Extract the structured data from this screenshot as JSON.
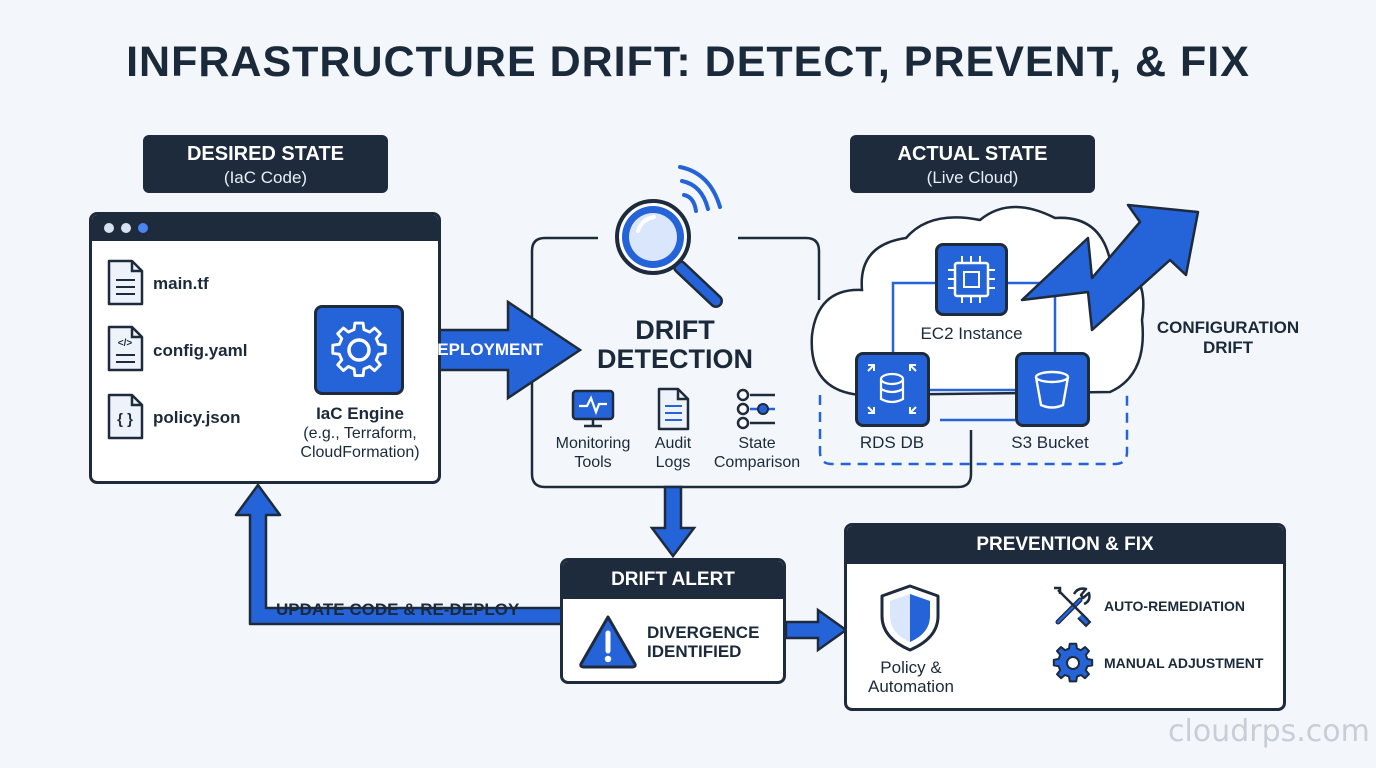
{
  "title": "INFRASTRUCTURE DRIFT: DETECT, PREVENT, & FIX",
  "desired_state": {
    "heading": "DESIRED STATE",
    "sub": "(IaC Code)"
  },
  "actual_state": {
    "heading": "ACTUAL STATE",
    "sub": "(Live Cloud)"
  },
  "files": [
    {
      "name": "main.tf",
      "icon": "document-icon"
    },
    {
      "name": "config.yaml",
      "icon": "code-file-icon"
    },
    {
      "name": "policy.json",
      "icon": "json-file-icon"
    }
  ],
  "iac_engine": {
    "line1": "IaC Engine",
    "line2": "(e.g., Terraform,",
    "line3": "CloudFormation)"
  },
  "deployment_label": "DEPLOYMENT",
  "drift_detection": {
    "line1": "DRIFT",
    "line2": "DETECTION",
    "tools": [
      {
        "line1": "Monitoring",
        "line2": "Tools",
        "icon": "monitor-icon"
      },
      {
        "line1": "Audit",
        "line2": "Logs",
        "icon": "log-icon"
      },
      {
        "line1": "State",
        "line2": "Comparison",
        "icon": "sliders-icon"
      }
    ]
  },
  "cloud": {
    "ec2": "EC2 Instance",
    "rds": "RDS DB",
    "s3": "S3 Bucket"
  },
  "configuration_drift": {
    "line1": "CONFIGURATION",
    "line2": "DRIFT"
  },
  "drift_alert": {
    "heading": "DRIFT ALERT",
    "line1": "DIVERGENCE",
    "line2": "IDENTIFIED"
  },
  "update_label": "UPDATE CODE & RE-DEPLOY",
  "prevention": {
    "heading": "PREVENTION & FIX",
    "policy_line1": "Policy &",
    "policy_line2": "Automation",
    "auto": "AUTO-REMEDIATION",
    "manual": "MANUAL ADJUSTMENT"
  },
  "watermark": "cloudrps.com",
  "colors": {
    "accent": "#2563d8",
    "dark": "#1e2b3c",
    "background": "#f3f7fb"
  }
}
